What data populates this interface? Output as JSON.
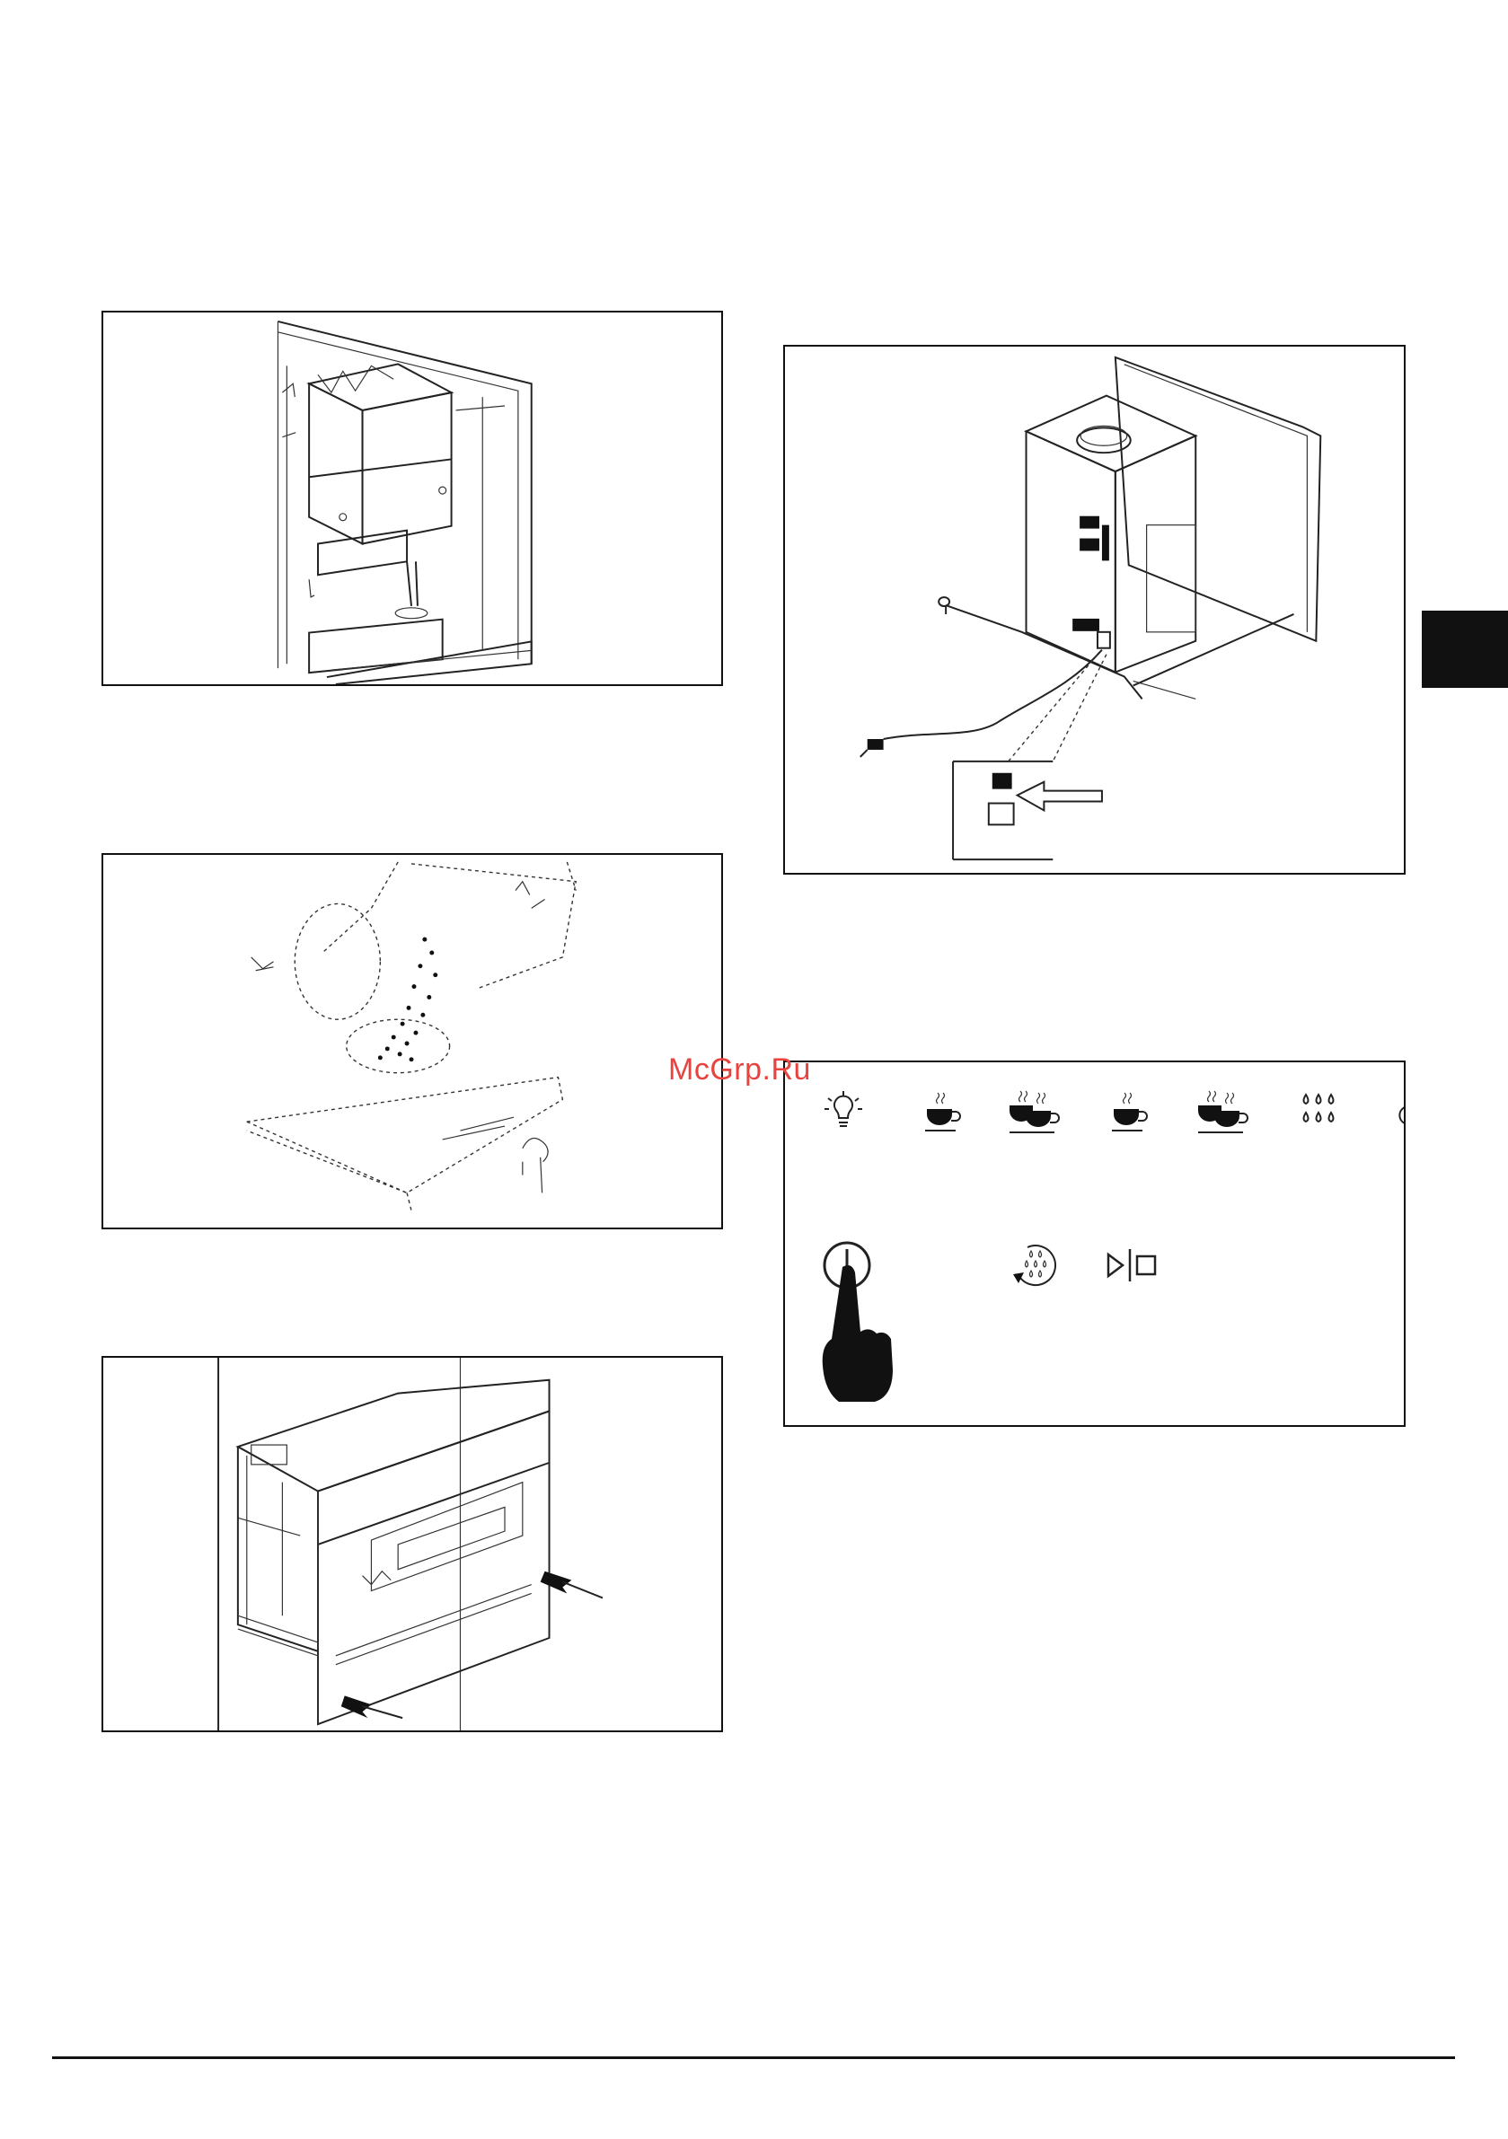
{
  "watermark": {
    "text": "McGrp.Ru",
    "color": "#e8433e"
  },
  "figures": [
    {
      "id": "fig-1",
      "icon": "coffee-machine-interior-illustration"
    },
    {
      "id": "fig-2",
      "icon": "bean-hopper-filling-illustration"
    },
    {
      "id": "fig-3",
      "icon": "built-in-installation-illustration"
    },
    {
      "id": "fig-4",
      "icon": "power-cord-connection-illustration"
    },
    {
      "id": "fig-5",
      "icon": "control-panel-icons-illustration"
    }
  ],
  "control_panel": {
    "top_icons": [
      "light-icon",
      "cup-single-icon",
      "cup-double-icon",
      "cup-single-icon",
      "cup-double-icon",
      "water-drops-icon",
      "partial-icon"
    ],
    "bottom_icons": [
      "power-button-icon",
      "rinse-cycle-icon",
      "start-stop-icon"
    ],
    "hand_icon": "pointing-hand-icon"
  },
  "colors": {
    "tab": "#111111",
    "rule": "#111111",
    "line": "#222222"
  }
}
